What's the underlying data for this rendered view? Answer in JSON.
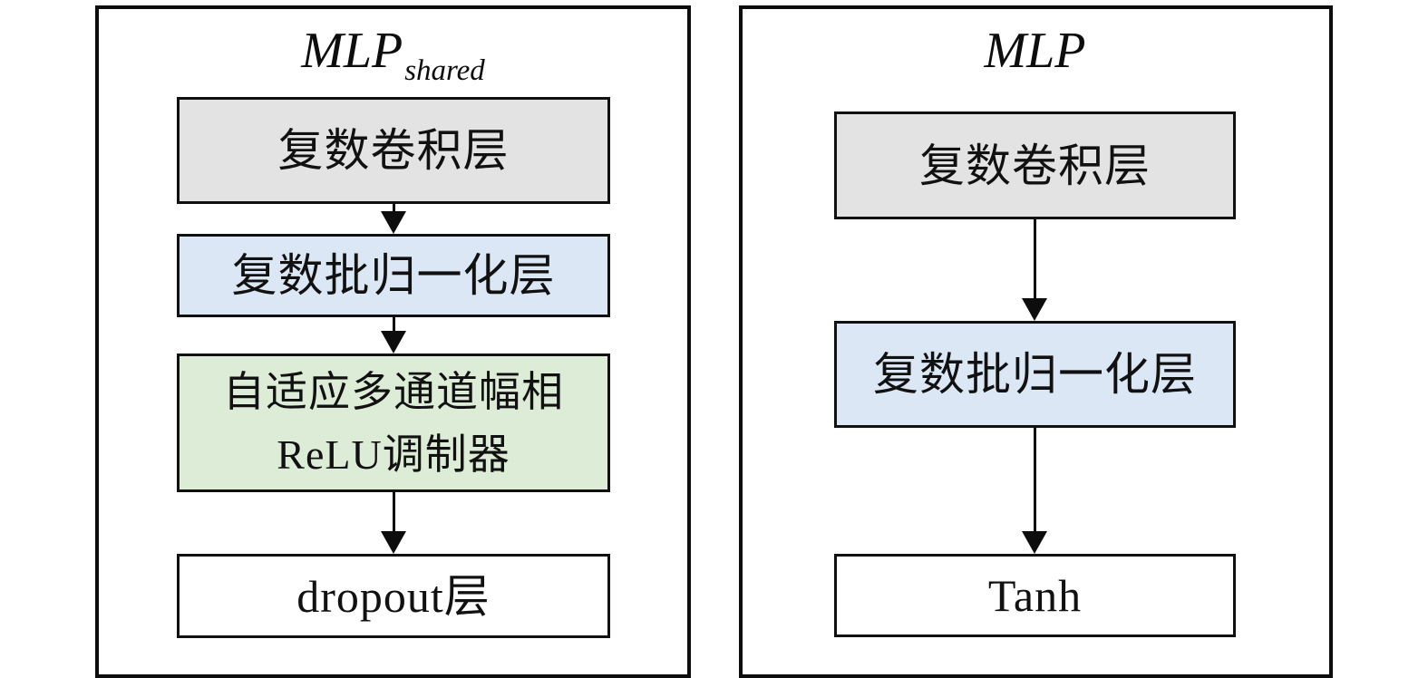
{
  "figure": {
    "left_panel": {
      "title": {
        "main": "MLP",
        "subscript": "shared"
      },
      "nodes": [
        {
          "label": "复数卷积层",
          "fill": "#e3e3e3"
        },
        {
          "label": "复数批归一化层",
          "fill": "#dbe7f4"
        },
        {
          "label_line1": "自适应多通道幅相",
          "label_line2": "ReLU调制器",
          "fill": "#ddecd7"
        },
        {
          "label": "dropout层",
          "fill": "#ffffff"
        }
      ]
    },
    "right_panel": {
      "title": {
        "main": "MLP",
        "subscript": ""
      },
      "nodes": [
        {
          "label": "复数卷积层",
          "fill": "#e3e3e3"
        },
        {
          "label": "复数批归一化层",
          "fill": "#dbe7f4"
        },
        {
          "label": "Tanh",
          "fill": "#ffffff"
        }
      ]
    },
    "colors": {
      "background": "#ffffff",
      "panel_border": "#0d0d0d",
      "node_border": "#111111",
      "arrow": "#0d0d0d",
      "node_gray": "#e3e3e3",
      "node_blue": "#dbe7f4",
      "node_green": "#ddecd7",
      "node_white": "#ffffff"
    }
  }
}
